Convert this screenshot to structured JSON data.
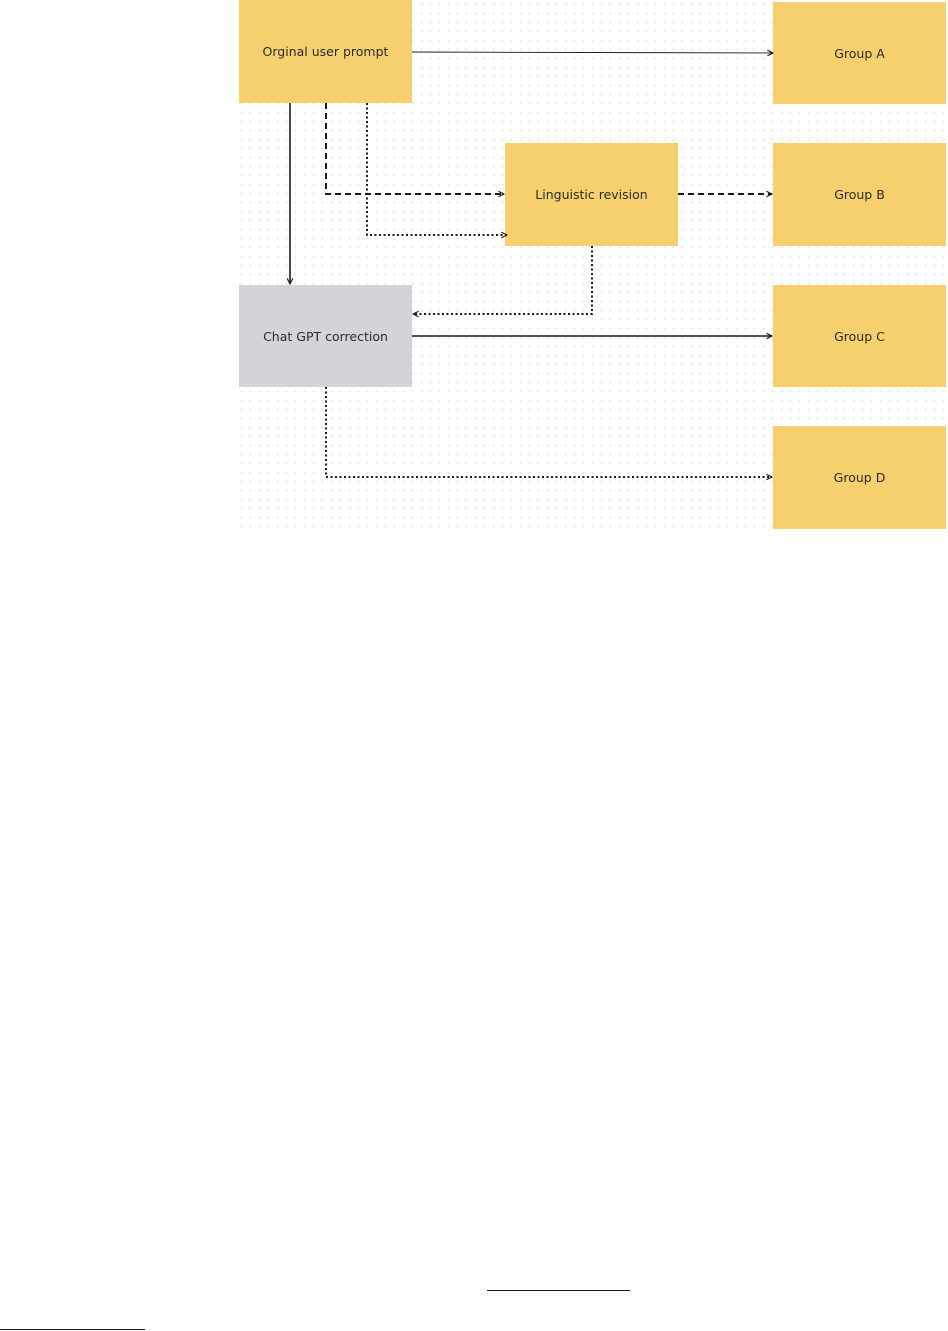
{
  "diagram": {
    "nodes": {
      "original_prompt": "Orginal user prompt",
      "linguistic_revision": "Linguistic revision",
      "chatgpt_correction": "Chat GPT correction",
      "group_a": "Group A",
      "group_b": "Group B",
      "group_c": "Group C",
      "group_d": "Group D"
    },
    "colors": {
      "yellow": "#f6d06f",
      "gray": "#d2d4d9",
      "stroke": "#1a1a1a"
    }
  }
}
